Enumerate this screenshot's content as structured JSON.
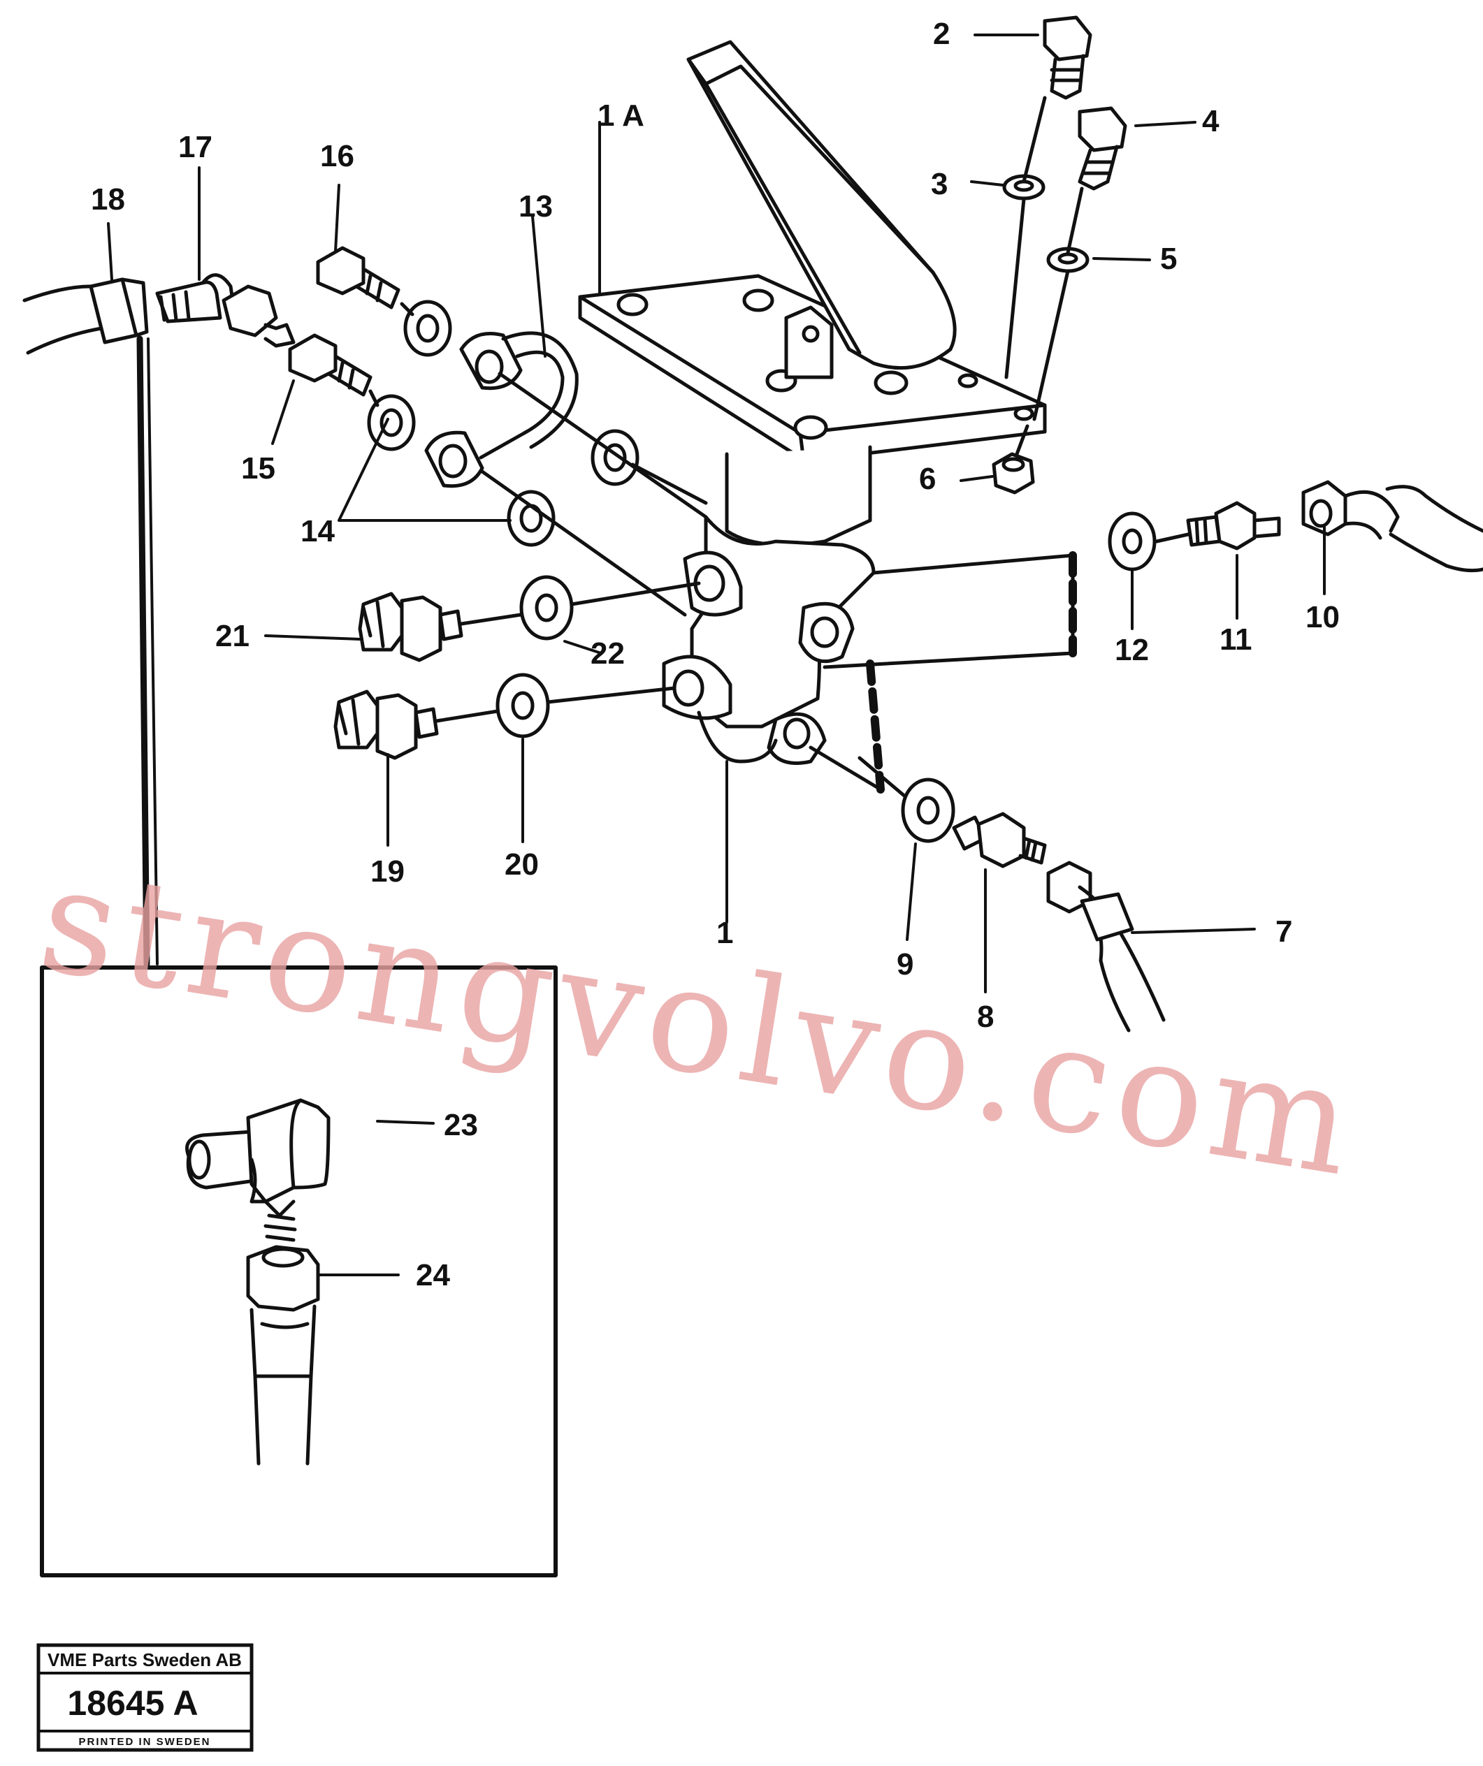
{
  "diagram": {
    "callouts": [
      "1",
      "1 A",
      "2",
      "3",
      "4",
      "5",
      "6",
      "7",
      "8",
      "9",
      "10",
      "11",
      "12",
      "13",
      "14",
      "15",
      "16",
      "17",
      "18",
      "19",
      "20",
      "21",
      "22",
      "23",
      "24"
    ]
  },
  "watermark": "strongvolvo.com",
  "stamp": {
    "company": "VME Parts Sweden AB",
    "drawing_number": "18645 A",
    "printed": "PRINTED IN SWEDEN"
  }
}
